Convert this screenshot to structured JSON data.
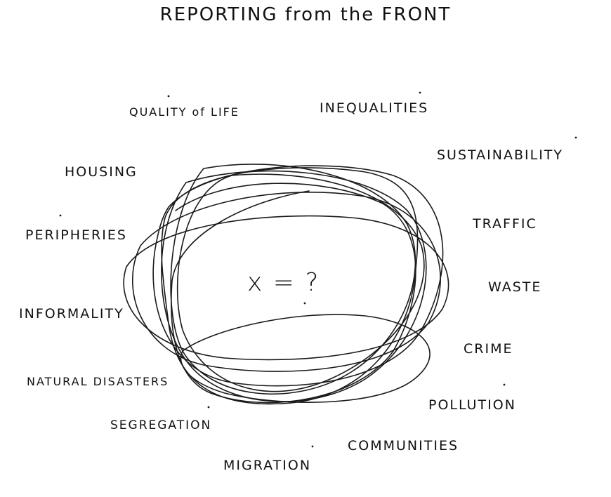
{
  "title": "REPORTING from the FRONT",
  "center": "x = ?",
  "labels": {
    "quality_of_life": "QUALITY of LIFE",
    "inequalities": "INEQUALITIES",
    "sustainability": "SUSTAINABILITY",
    "housing": "HOUSING",
    "traffic": "TRAFFIC",
    "peripheries": "PERIPHERIES",
    "waste": "WASTE",
    "informality": "INFORMALITY",
    "crime": "CRIME",
    "natural_disasters": "NATURAL DISASTERS",
    "pollution": "POLLUTION",
    "segregation": "SEGREGATION",
    "communities": "COMMUNITIES",
    "migration": "MIGRATION"
  }
}
